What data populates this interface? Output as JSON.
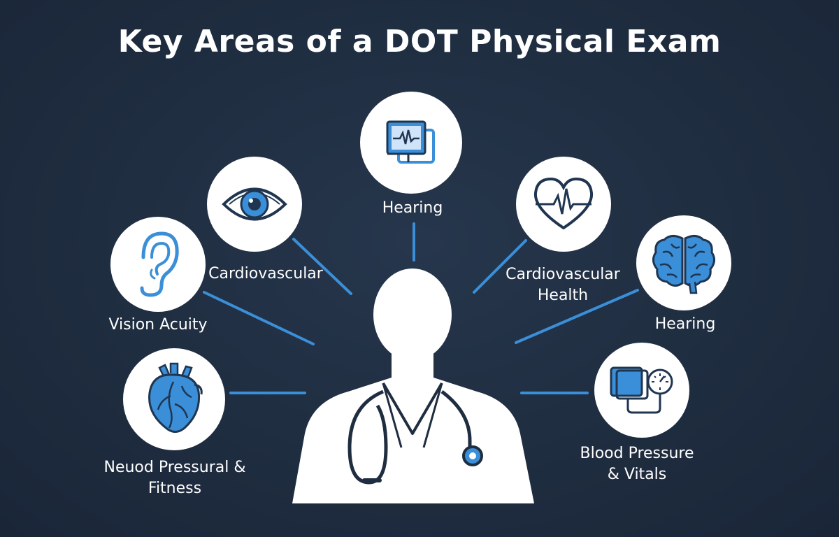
{
  "title": "Key Areas of a DOT Physical Exam",
  "colors": {
    "background": "#1f2d40",
    "accent": "#3a8fd8",
    "node_fill": "#ffffff",
    "icon_stroke": "#1f3550"
  },
  "nodes": [
    {
      "icon": "monitor-ecg-icon",
      "label": "Hearing"
    },
    {
      "icon": "eye-icon",
      "label": "Cardiovascular"
    },
    {
      "icon": "heart-ecg-icon",
      "label_line1": "Cardiovascular",
      "label_line2": "Health"
    },
    {
      "icon": "ear-icon",
      "label": "Vision Acuity"
    },
    {
      "icon": "brain-icon",
      "label": "Hearing"
    },
    {
      "icon": "anatomical-heart-icon",
      "label_line1": "Neuod Pressural &",
      "label_line2": "Fitness"
    },
    {
      "icon": "blood-pressure-cuff-icon",
      "label_line1": "Blood Pressure",
      "label_line2": "& Vitals"
    }
  ],
  "center": {
    "icon": "doctor-silhouette-icon"
  }
}
